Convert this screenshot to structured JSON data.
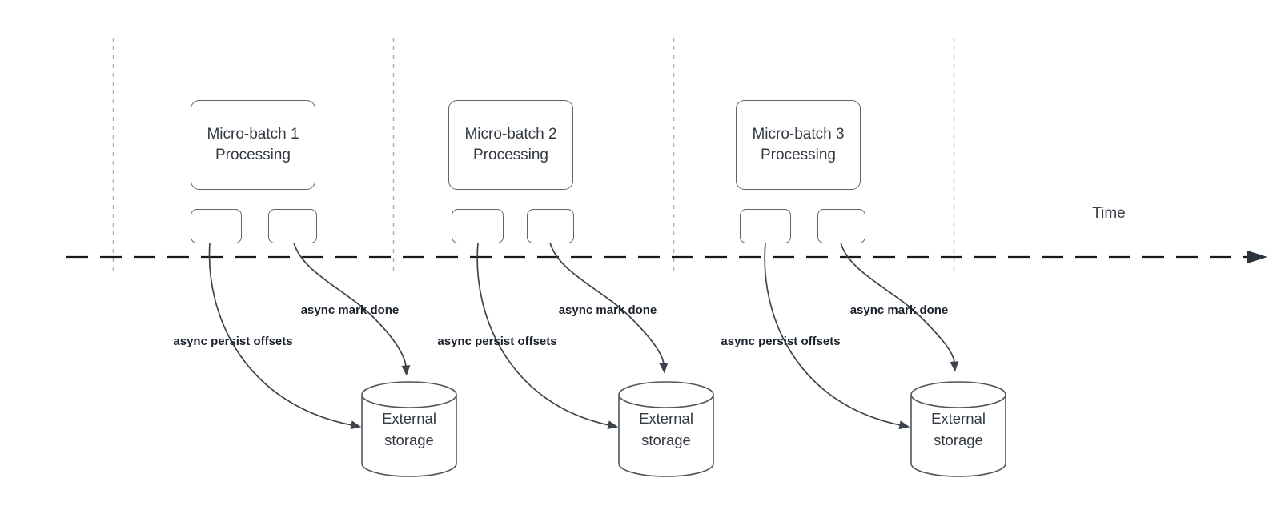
{
  "diagram": {
    "time_axis_label": "Time",
    "groups": [
      {
        "box_title": "Micro-batch 1",
        "box_subtitle": "Processing",
        "persist_label": "async persist offsets",
        "done_label": "async mark done",
        "storage_label": "External storage"
      },
      {
        "box_title": "Micro-batch 2",
        "box_subtitle": "Processing",
        "persist_label": "async persist offsets",
        "done_label": "async mark done",
        "storage_label": "External storage"
      },
      {
        "box_title": "Micro-batch 3",
        "box_subtitle": "Processing",
        "persist_label": "async persist offsets",
        "done_label": "async mark done",
        "storage_label": "External storage"
      }
    ],
    "colors": {
      "background": "#ffffff",
      "time_axis": "#1a1a1a",
      "divider_line": "#b0b0b0",
      "arrow_stroke": "#3d434d",
      "shape_border": "#60666e",
      "shape_text": "#333a44",
      "edge_label_text": "#1b222c"
    }
  }
}
